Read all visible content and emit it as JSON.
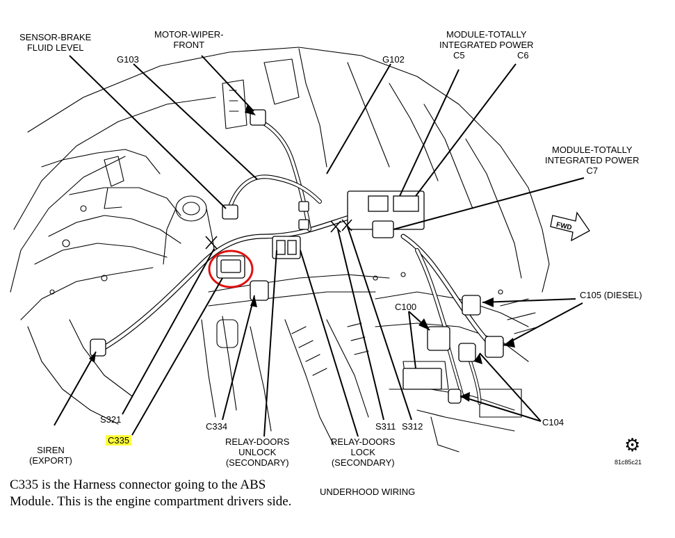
{
  "labels": {
    "sensor_brake": "SENSOR-BRAKE\nFLUID LEVEL",
    "motor_wiper": "MOTOR-WIPER-\nFRONT",
    "g103": "G103",
    "g102": "G102",
    "module_c5_c6_title": "MODULE-TOTALLY\nINTEGRATED POWER",
    "c5": "C5",
    "c6": "C6",
    "module_c7": "MODULE-TOTALLY\nINTEGRATED POWER\nC7",
    "c105": "C105 (DIESEL)",
    "c100": "C100",
    "c104": "C104",
    "s321": "S321",
    "c335": "C335",
    "c334": "C334",
    "relay_unlock": "RELAY-DOORS\nUNLOCK\n(SECONDARY)",
    "relay_lock": "RELAY-DOORS\nLOCK\n(SECONDARY)",
    "s311": "S311",
    "s312": "S312",
    "siren": "SIREN\n(EXPORT)",
    "fwd": "FWD"
  },
  "caption": "C335 is the Harness connector going to the ABS Module. This is the engine compartment drivers side.",
  "title": "UNDERHOOD WIRING",
  "figure_code": "81c85c21",
  "highlight_color": "#ffff3a",
  "circle_color": "#e01010"
}
